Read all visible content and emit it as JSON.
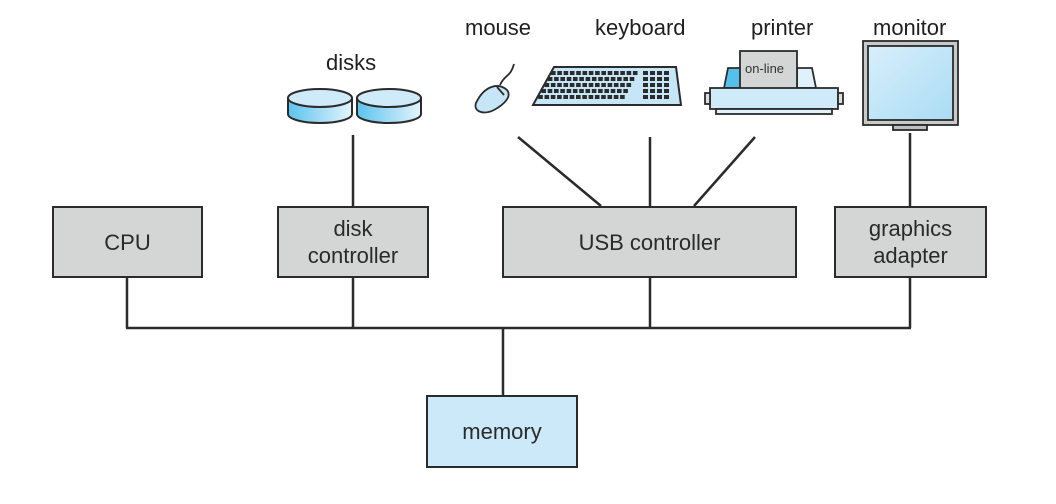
{
  "title": "I/O devices connected to CPU and memory through controllers",
  "colors": {
    "controller_fill": "#d4d5d5",
    "memory_fill": "#cbe9f8",
    "device_fill": "#c6e6f7",
    "line": "#2b2b2b"
  },
  "controllers": {
    "cpu": "CPU",
    "disk_controller": "disk controller",
    "usb_controller": "USB controller",
    "graphics_adapter": "graphics adapter",
    "memory": "memory"
  },
  "devices": {
    "disks": "disks",
    "mouse": "mouse",
    "keyboard": "keyboard",
    "printer": "printer",
    "printer_paper": "on-line",
    "monitor": "monitor"
  }
}
